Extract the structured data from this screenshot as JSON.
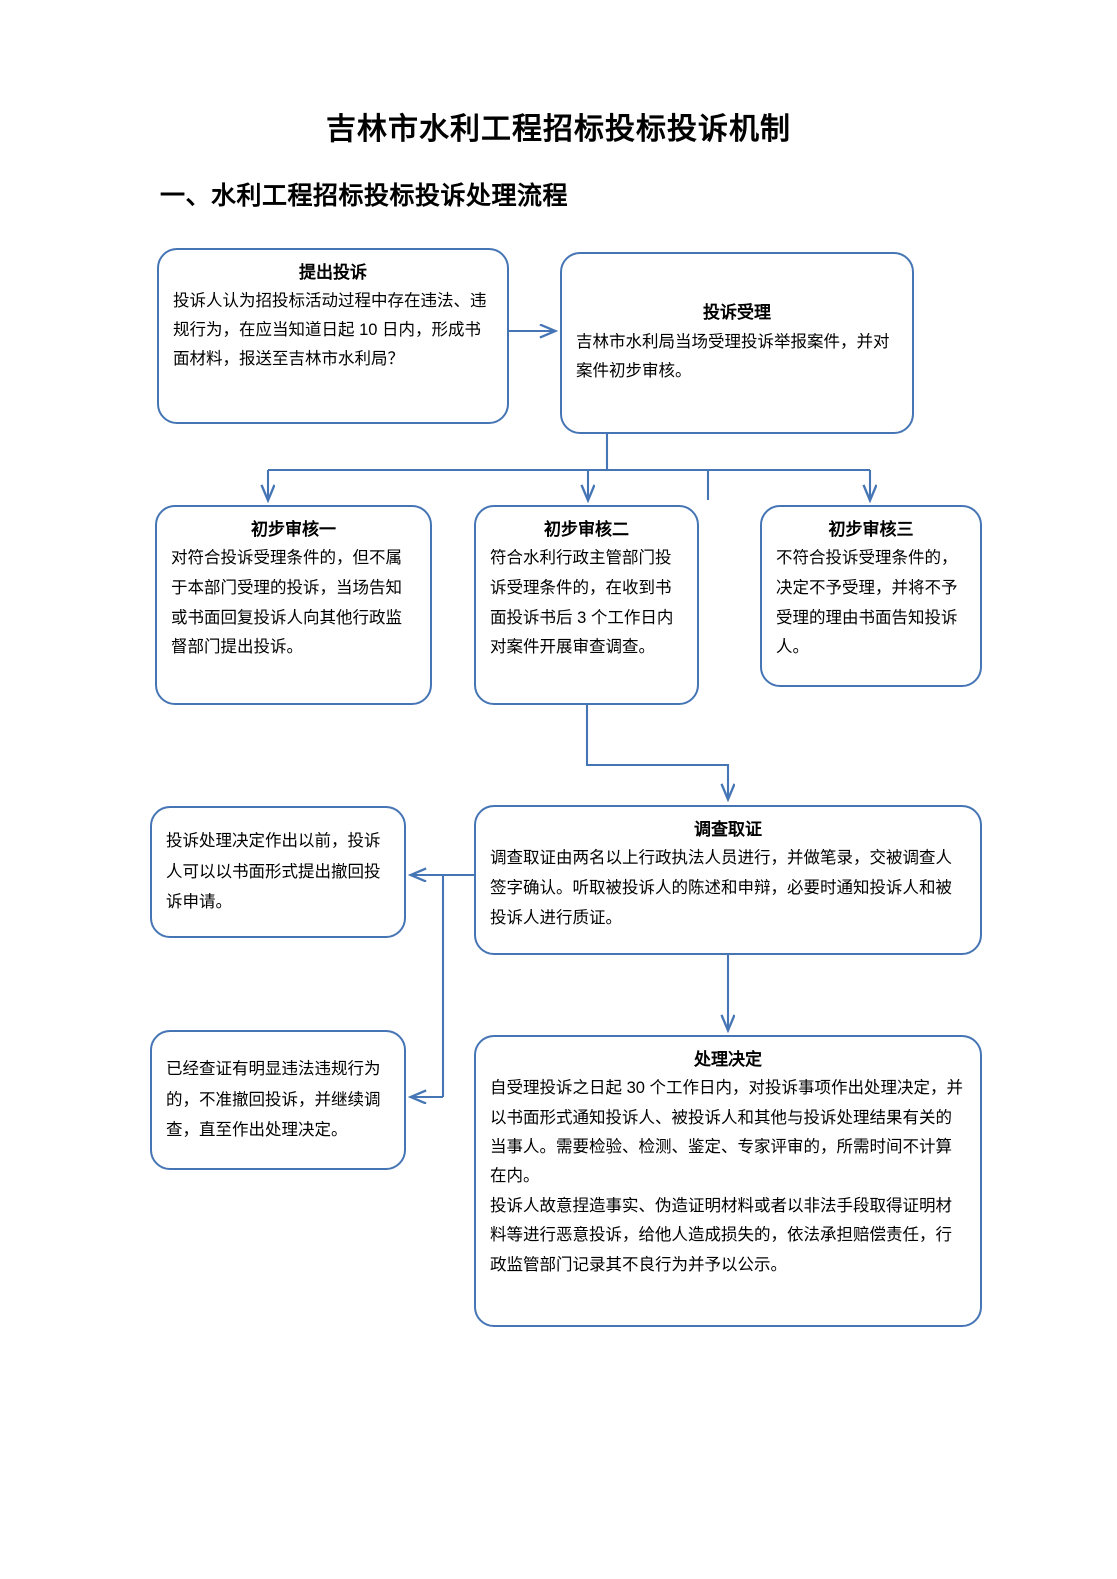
{
  "document": {
    "title": "吉林市水利工程招标投标投诉机制",
    "section_heading": "一、水利工程招标投标投诉处理流程"
  },
  "theme": {
    "box_border_color": "#4575B4",
    "connector_color": "#4575B4",
    "page_background": "#FFFFFF",
    "text_color": "#000000"
  },
  "flowchart": {
    "type": "process-flow",
    "nodes": [
      {
        "id": "complaint",
        "title": "提出投诉",
        "body": "投诉人认为招投标活动过程中存在违法、违规行为，在应当知道日起 10 日内，形成书面材料，报送至吉林市水利局？"
      },
      {
        "id": "accept",
        "title": "投诉受理",
        "body": "吉林市水利局当场受理投诉举报案件，并对案件初步审核。"
      },
      {
        "id": "review1",
        "title": "初步审核一",
        "body": "对符合投诉受理条件的，但不属于本部门受理的投诉，当场告知或书面回复投诉人向其他行政监督部门提出投诉。"
      },
      {
        "id": "review2",
        "title": "初步审核二",
        "body": "符合水利行政主管部门投诉受理条件的，在收到书面投诉书后 3 个工作日内对案件开展审查调查。"
      },
      {
        "id": "review3",
        "title": "初步审核三",
        "body": "不符合投诉受理条件的，决定不予受理，并将不予受理的理由书面告知投诉人。"
      },
      {
        "id": "investigate",
        "title": "调查取证",
        "body": "调查取证由两名以上行政执法人员进行，并做笔录，交被调查人签字确认。听取被投诉人的陈述和申辩，必要时通知投诉人和被投诉人进行质证。"
      },
      {
        "id": "withdraw",
        "title": "",
        "body": "投诉处理决定作出以前，投诉人可以以书面形式提出撤回投诉申请。"
      },
      {
        "id": "nowithdraw",
        "title": "",
        "body": "已经查证有明显违法违规行为的，不准撤回投诉，并继续调查，直至作出处理决定。"
      },
      {
        "id": "decision",
        "title": "处理决定",
        "body": "自受理投诉之日起 30 个工作日内，对投诉事项作出处理决定，并以书面形式通知投诉人、被投诉人和其他与投诉处理结果有关的当事人。需要检验、检测、鉴定、专家评审的，所需时间不计算在内。\n投诉人故意捏造事实、伪造证明材料或者以非法手段取得证明材料等进行恶意投诉，给他人造成损失的，依法承担赔偿责任，行政监管部门记录其不良行为并予以公示。"
      }
    ],
    "edges": [
      {
        "from": "complaint",
        "to": "accept",
        "style": "arrow-right"
      },
      {
        "from": "accept",
        "to": "review1",
        "style": "arrow-down-split"
      },
      {
        "from": "accept",
        "to": "review2",
        "style": "arrow-down-split"
      },
      {
        "from": "accept",
        "to": "review3",
        "style": "arrow-down-split"
      },
      {
        "from": "review2",
        "to": "investigate",
        "style": "arrow-down-step"
      },
      {
        "from": "investigate",
        "to": "withdraw",
        "style": "arrow-left"
      },
      {
        "from": "investigate",
        "to": "nowithdraw",
        "style": "arrow-left"
      },
      {
        "from": "investigate",
        "to": "decision",
        "style": "arrow-down"
      }
    ]
  }
}
